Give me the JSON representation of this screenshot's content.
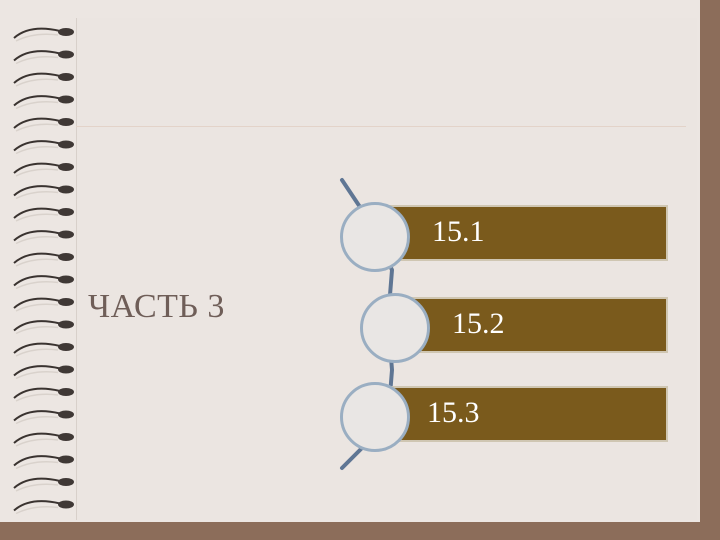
{
  "slide": {
    "title": "ЧАСТЬ 3"
  },
  "items": [
    {
      "label": "15.1"
    },
    {
      "label": "15.2"
    },
    {
      "label": "15.3"
    }
  ],
  "colors": {
    "frame": "#8c6d5a",
    "paper": "#ece6e2",
    "bar_fill": "#7a5a1c",
    "circle_outline": "#9aaec2",
    "connector": "#5f7694",
    "title_text": "#6f5e58"
  },
  "icons": {
    "binding": "spiral-binding-icon"
  }
}
